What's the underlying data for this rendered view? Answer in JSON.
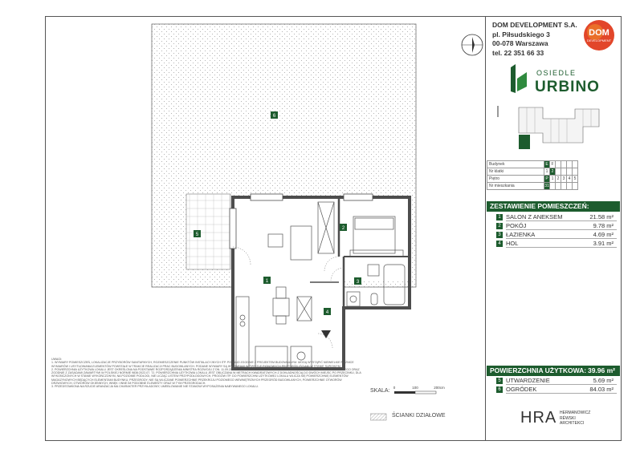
{
  "company": {
    "name": "DOM DEVELOPMENT S.A.",
    "street": "pl. Piłsudskiego 3",
    "city": "00-078 Warszawa",
    "phone": "tel. 22 351 66 33"
  },
  "logos": {
    "dom_logo_text": "DOM",
    "dom_logo_sub": "DEVELOPMENT",
    "estate_small": "OSIEDLE",
    "estate_big": "URBINO",
    "architect_big": "HRA",
    "architect_lines": [
      "HERMANOWICZ",
      "RÉWSKI",
      "ARCHITEKCI"
    ]
  },
  "info_table": {
    "rows": [
      {
        "label": "Budynek",
        "cells": [
          "E",
          "F"
        ],
        "selected": 0
      },
      {
        "label": "Nr klatki",
        "cells": [
          "1",
          "2"
        ],
        "selected": 1
      },
      {
        "label": "Piętro",
        "cells": [
          "P",
          "1",
          "2",
          "3",
          "4",
          "5"
        ],
        "selected": 0
      },
      {
        "label": "Nr mieszkania",
        "cells": [
          "31"
        ],
        "selected": 0
      }
    ]
  },
  "rooms_header": "ZESTAWIENIE POMIESZCZEŃ:",
  "rooms": [
    {
      "num": "1",
      "name": "SALON Z ANEKSEM",
      "area": "21.58 m²"
    },
    {
      "num": "2",
      "name": "POKÓJ",
      "area": "9.78 m²"
    },
    {
      "num": "3",
      "name": "ŁAZIENKA",
      "area": "4.69 m²"
    },
    {
      "num": "4",
      "name": "HOL",
      "area": "3.91 m²"
    }
  ],
  "usable_area": {
    "label": "POWIERZCHNIA UŻYTKOWA:",
    "value": "39.96 m²"
  },
  "extras": [
    {
      "num": "5",
      "name": "UTWARDZENIE",
      "area": "5.69 m²"
    },
    {
      "num": "6",
      "name": "OGRÓDEK",
      "area": "84.03 m²"
    }
  ],
  "plan_labels": [
    "1",
    "2",
    "3",
    "4",
    "5",
    "6"
  ],
  "scale": {
    "label": "SKALA:",
    "ticks": [
      "0",
      "100",
      "200cm"
    ]
  },
  "walls_legend": "ŚCIANKI DZIAŁOWE",
  "notes": {
    "title": "UWAGI:",
    "items": [
      "1. WYMIARY POMIESZCZEŃ, LOKALIZACJE PRZYBORÓW SANITARNYCH, ROZMIESZCZENIE PUNKTÓW INSTALACYJNYCH ITP. PODANO ZGODNIE Z PROJEKTEM BUDOWLANYM. MOGĄ WYSTĄPIĆ NIEWIELKIE RÓŻNICE WYMIARÓW I USYTUOWANIA ELEMENTÓW POWSTAŁE W TRAKCIE REALIZACJI PRAC BUDOWLANYCH. PODANE WYMIARY SĄ WYMIARAMI W ŚWIETLE PIONOWYCH PRZEGRÓD (ŚCIAN) W STANIE SUROWYM.",
      "2. POWIERZCHNIA UŻYTKOWA LOKALU JEST OKREŚLONA NA PODSTAWIE ROZPORZĄDZENIA MINISTRA ROZWOJU Z DN. 11.09.2020R. W SPRAWIE SZCZEGÓŁOWEGO ZAKRESU I FORMY PROJEKTU BUDOWLANEGO ORAZ ZGODNIE Z ZASADAMI ZAWARTYMI W POLSKIEJ NORMIE 9836:2022-07. TJ. POWIERZCHNIA UŻYTKOWA LOKALU JEST OBLICZANA W METRACH KWADRATOWYCH Z DOKŁADNOŚCIĄ DO DWÓCH MIEJSC PO PRZECINKU, DLA WYKOŃCZONYCH W STANIE WYKOŃCZONYM, NA POZIOMIE PODŁOGI, NIE LICZĄC LISTEW PRZYPODŁOGOWYCH, PROGÓW ITP. DO POWIERZCHNI UŻYTKOWEJ LOKALU WLICZA SIĘ POWIERZCHNIĘ ELEMENTÓW MAGAZYNOWYCH BĘDĄCYCH ELEMENTAMI BUDYNKU, PRZEGRODY, NIE SĄ WLICZANE POWIERZCHNIE PRZEKROJU POZIOMEGO WEWNĘTRZNYCH PRZEGRÓD BUDOWLANYCH, POWIERZCHNIE OTWORÓW DRZWIOWYCH, OTWORÓW OKIENNYCH, WNĘK I INNE IM PODOBNE ELEMENTY ORAZ W TYM PRZEGRODACH.",
      "3. PRZEDSTAWIONA NA RZUCIE ARANŻACJA MA CHARAKTER PRZYKŁADOWY, UMEBLOWANIE NIE STANOWI WYPOSAŻENIA NABYWANEGO LOKALU."
    ]
  },
  "colors": {
    "brand_green": "#1d5c2e",
    "dom_red": "#e2462a",
    "garden_hatch": "#9a9a9a",
    "wall": "#4d4d4d"
  }
}
